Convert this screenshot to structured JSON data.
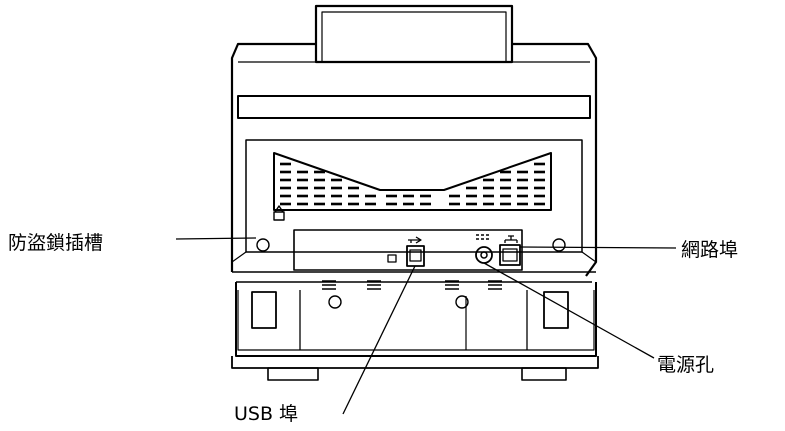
{
  "labels": {
    "security_slot": "防盜鎖插槽",
    "network_port": "網路埠",
    "power_jack": "電源孔",
    "usb_port": "USB 埠"
  }
}
